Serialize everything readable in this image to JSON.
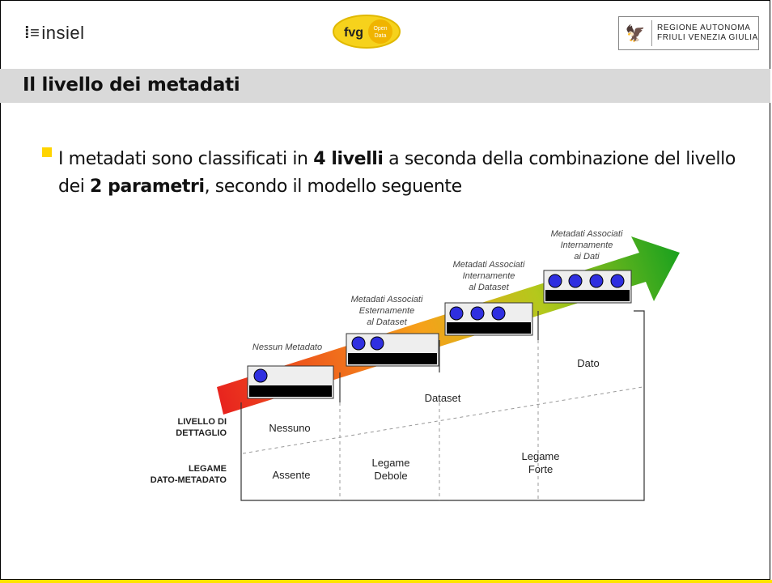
{
  "header": {
    "insiel_logo_text": "insiel",
    "fvg_logo": {
      "main": "fvg",
      "badge_line1": "Open",
      "badge_line2": "Data"
    },
    "region_logo": {
      "line1": "REGIONE AUTONOMA",
      "line2": "FRIULI VENEZIA GIULIA"
    }
  },
  "slide": {
    "title": "Il livello dei metadati",
    "bullet": {
      "part1": "I metadati sono classificati in ",
      "bold1": "4 livelli",
      "part2": " a seconda della combinazione del livello dei ",
      "bold2": "2 parametri",
      "part3": ", secondo il modello seguente"
    }
  },
  "diagram": {
    "steps": [
      {
        "label_lines": [
          "Nessun Metadato"
        ],
        "dots": 1
      },
      {
        "label_lines": [
          "Metadati Associati",
          "Esternamente",
          "al Dataset"
        ],
        "dots": 2
      },
      {
        "label_lines": [
          "Metadati Associati",
          "Internamente",
          "al Dataset"
        ],
        "dots": 3
      },
      {
        "label_lines": [
          "Metadati Associati",
          "Internamente",
          "ai Dati"
        ],
        "dots": 4
      }
    ],
    "row_labels": {
      "detail": [
        "LIVELLO DI",
        "DETTAGLIO"
      ],
      "link": [
        "LEGAME",
        "DATO-METADATO"
      ]
    },
    "detail_cells": [
      "Nessuno",
      "Dataset",
      "Dato"
    ],
    "link_cells": [
      [
        "Assente"
      ],
      [
        "Legame",
        "Debole"
      ],
      [
        "Legame",
        "Forte"
      ]
    ],
    "colors": {
      "arrow_start": "#e8221e",
      "arrow_mid": "#f6a11a",
      "arrow_end": "#1ea21e",
      "dot": "#2f2fe0",
      "bar": "#000000"
    }
  }
}
